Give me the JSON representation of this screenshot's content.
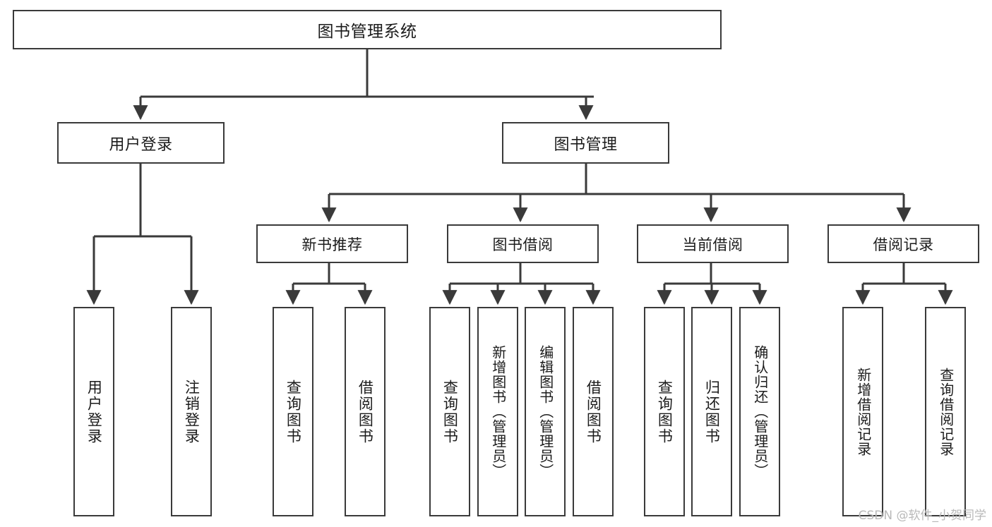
{
  "diagram": {
    "title": "图书管理系统",
    "type": "tree",
    "watermark": "CSDN @软件_小贺同学",
    "colors": {
      "box_border": "#3a3a3a",
      "box_fill": "#ffffff",
      "edge": "#3a3a3a",
      "text": "#1b1b1b",
      "watermark": "#b9b9b9",
      "background": "#ffffff"
    },
    "nodes": {
      "root": {
        "label": "图书管理系统"
      },
      "level1": [
        {
          "id": "user-login",
          "label": "用户登录"
        },
        {
          "id": "book-management",
          "label": "图书管理"
        }
      ],
      "level2": [
        {
          "id": "new-book-recommend",
          "label": "新书推荐"
        },
        {
          "id": "book-borrow",
          "label": "图书借阅"
        },
        {
          "id": "current-borrow",
          "label": "当前借阅"
        },
        {
          "id": "borrow-record",
          "label": "借阅记录"
        }
      ],
      "leaves": [
        {
          "id": "leaf-user-login",
          "label": "用户登录",
          "parent": "user-login"
        },
        {
          "id": "leaf-logout-login",
          "label": "注销登录",
          "parent": "user-login"
        },
        {
          "id": "leaf-query-book-1",
          "label": "查询图书",
          "parent": "new-book-recommend"
        },
        {
          "id": "leaf-borrow-book-1",
          "label": "借阅图书",
          "parent": "new-book-recommend"
        },
        {
          "id": "leaf-query-book-2",
          "label": "查询图书",
          "parent": "book-borrow"
        },
        {
          "id": "leaf-add-book",
          "label": "新增图书（管理员）",
          "parent": "book-borrow"
        },
        {
          "id": "leaf-edit-book",
          "label": "编辑图书（管理员）",
          "parent": "book-borrow"
        },
        {
          "id": "leaf-borrow-book-2",
          "label": "借阅图书",
          "parent": "book-borrow"
        },
        {
          "id": "leaf-query-book-3",
          "label": "查询图书",
          "parent": "current-borrow"
        },
        {
          "id": "leaf-return-book",
          "label": "归还图书",
          "parent": "current-borrow"
        },
        {
          "id": "leaf-confirm-return",
          "label": "确认归还（管理员）",
          "parent": "current-borrow"
        },
        {
          "id": "leaf-add-record",
          "label": "新增借阅记录",
          "parent": "borrow-record"
        },
        {
          "id": "leaf-query-record",
          "label": "查询借阅记录",
          "parent": "borrow-record"
        }
      ]
    }
  }
}
